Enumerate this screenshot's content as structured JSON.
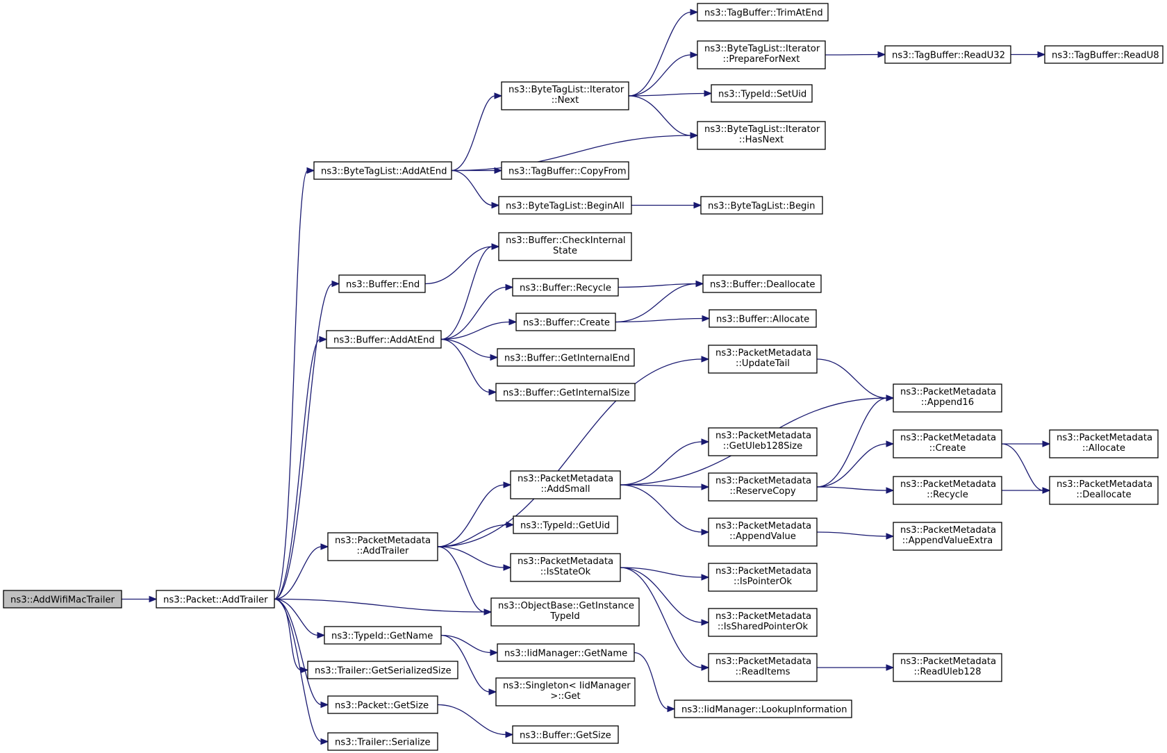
{
  "colors": {
    "edge": "#191970",
    "root_fill": "#bfbfbf",
    "node_fill": "#ffffff",
    "node_border": "#000000"
  },
  "nodes": [
    {
      "id": "awmt",
      "lines": [
        "ns3::AddWifiMacTrailer"
      ],
      "root": true
    },
    {
      "id": "pat",
      "lines": [
        "ns3::Packet::AddTrailer"
      ]
    },
    {
      "id": "btlae",
      "lines": [
        "ns3::ByteTagList::AddAtEnd"
      ]
    },
    {
      "id": "bend",
      "lines": [
        "ns3::Buffer::End"
      ]
    },
    {
      "id": "bae",
      "lines": [
        "ns3::Buffer::AddAtEnd"
      ]
    },
    {
      "id": "pmat",
      "lines": [
        "ns3::PacketMetadata",
        "::AddTrailer"
      ]
    },
    {
      "id": "tgn",
      "lines": [
        "ns3::TypeId::GetName"
      ]
    },
    {
      "id": "tgss",
      "lines": [
        "ns3::Trailer::GetSerializedSize"
      ]
    },
    {
      "id": "pgs",
      "lines": [
        "ns3::Packet::GetSize"
      ]
    },
    {
      "id": "tser",
      "lines": [
        "ns3::Trailer::Serialize"
      ]
    },
    {
      "id": "btlin",
      "lines": [
        "ns3::ByteTagList::Iterator",
        "::Next"
      ]
    },
    {
      "id": "tbcf",
      "lines": [
        "ns3::TagBuffer::CopyFrom"
      ]
    },
    {
      "id": "btlba",
      "lines": [
        "ns3::ByteTagList::BeginAll"
      ]
    },
    {
      "id": "bci",
      "lines": [
        "ns3::Buffer::CheckInternal",
        "State"
      ]
    },
    {
      "id": "brec",
      "lines": [
        "ns3::Buffer::Recycle"
      ]
    },
    {
      "id": "bcre",
      "lines": [
        "ns3::Buffer::Create"
      ]
    },
    {
      "id": "bgie",
      "lines": [
        "ns3::Buffer::GetInternalEnd"
      ]
    },
    {
      "id": "bgis",
      "lines": [
        "ns3::Buffer::GetInternalSize"
      ]
    },
    {
      "id": "pmas",
      "lines": [
        "ns3::PacketMetadata",
        "::AddSmall"
      ]
    },
    {
      "id": "tgu",
      "lines": [
        "ns3::TypeId::GetUid"
      ]
    },
    {
      "id": "pmiso",
      "lines": [
        "ns3::PacketMetadata",
        "::IsStateOk"
      ]
    },
    {
      "id": "obgit",
      "lines": [
        "ns3::ObjectBase::GetInstance",
        "TypeId"
      ]
    },
    {
      "id": "imgn",
      "lines": [
        "ns3::IidManager::GetName"
      ]
    },
    {
      "id": "sig",
      "lines": [
        "ns3::Singleton< IidManager",
        ">::Get"
      ]
    },
    {
      "id": "bgs",
      "lines": [
        "ns3::Buffer::GetSize"
      ]
    },
    {
      "id": "tbtae",
      "lines": [
        "ns3::TagBuffer::TrimAtEnd"
      ]
    },
    {
      "id": "btlipfn",
      "lines": [
        "ns3::ByteTagList::Iterator",
        "::PrepareForNext"
      ]
    },
    {
      "id": "tsu",
      "lines": [
        "ns3::TypeId::SetUid"
      ]
    },
    {
      "id": "btlihn",
      "lines": [
        "ns3::ByteTagList::Iterator",
        "::HasNext"
      ]
    },
    {
      "id": "btlb",
      "lines": [
        "ns3::ByteTagList::Begin"
      ]
    },
    {
      "id": "bdea",
      "lines": [
        "ns3::Buffer::Deallocate"
      ]
    },
    {
      "id": "ball",
      "lines": [
        "ns3::Buffer::Allocate"
      ]
    },
    {
      "id": "pmut",
      "lines": [
        "ns3::PacketMetadata",
        "::UpdateTail"
      ]
    },
    {
      "id": "pmgu",
      "lines": [
        "ns3::PacketMetadata",
        "::GetUleb128Size"
      ]
    },
    {
      "id": "pmrc",
      "lines": [
        "ns3::PacketMetadata",
        "::ReserveCopy"
      ]
    },
    {
      "id": "pmav",
      "lines": [
        "ns3::PacketMetadata",
        "::AppendValue"
      ]
    },
    {
      "id": "pmipo",
      "lines": [
        "ns3::PacketMetadata",
        "::IsPointerOk"
      ]
    },
    {
      "id": "pmispo",
      "lines": [
        "ns3::PacketMetadata",
        "::IsSharedPointerOk"
      ]
    },
    {
      "id": "pmri",
      "lines": [
        "ns3::PacketMetadata",
        "::ReadItems"
      ]
    },
    {
      "id": "imli",
      "lines": [
        "ns3::IidManager::LookupInformation"
      ]
    },
    {
      "id": "tbru32",
      "lines": [
        "ns3::TagBuffer::ReadU32"
      ]
    },
    {
      "id": "tbru8",
      "lines": [
        "ns3::TagBuffer::ReadU8"
      ]
    },
    {
      "id": "pma16",
      "lines": [
        "ns3::PacketMetadata",
        "::Append16"
      ]
    },
    {
      "id": "pmcr",
      "lines": [
        "ns3::PacketMetadata",
        "::Create"
      ]
    },
    {
      "id": "pmrecy",
      "lines": [
        "ns3::PacketMetadata",
        "::Recycle"
      ]
    },
    {
      "id": "pmave",
      "lines": [
        "ns3::PacketMetadata",
        "::AppendValueExtra"
      ]
    },
    {
      "id": "pmru",
      "lines": [
        "ns3::PacketMetadata",
        "::ReadUleb128"
      ]
    },
    {
      "id": "pmall",
      "lines": [
        "ns3::PacketMetadata",
        "::Allocate"
      ]
    },
    {
      "id": "pmdea",
      "lines": [
        "ns3::PacketMetadata",
        "::Deallocate"
      ]
    }
  ],
  "edges": [
    [
      "awmt",
      "pat"
    ],
    [
      "pat",
      "btlae"
    ],
    [
      "pat",
      "bend"
    ],
    [
      "pat",
      "bae"
    ],
    [
      "pat",
      "pmat"
    ],
    [
      "pat",
      "obgit"
    ],
    [
      "pat",
      "tgn"
    ],
    [
      "pat",
      "tgss"
    ],
    [
      "pat",
      "pgs"
    ],
    [
      "pat",
      "tser"
    ],
    [
      "btlae",
      "btlin"
    ],
    [
      "btlae",
      "btlihn"
    ],
    [
      "btlae",
      "tbcf"
    ],
    [
      "btlae",
      "btlba"
    ],
    [
      "btlin",
      "tbtae"
    ],
    [
      "btlin",
      "btlipfn"
    ],
    [
      "btlin",
      "tsu"
    ],
    [
      "btlin",
      "btlihn"
    ],
    [
      "btlipfn",
      "tbru32"
    ],
    [
      "tbru32",
      "tbru8"
    ],
    [
      "btlba",
      "btlb"
    ],
    [
      "bend",
      "bci"
    ],
    [
      "bae",
      "bci"
    ],
    [
      "bae",
      "brec"
    ],
    [
      "bae",
      "bcre"
    ],
    [
      "bae",
      "bgie"
    ],
    [
      "bae",
      "bgis"
    ],
    [
      "brec",
      "bdea"
    ],
    [
      "bcre",
      "bdea"
    ],
    [
      "bcre",
      "ball"
    ],
    [
      "pmat",
      "pmut"
    ],
    [
      "pmat",
      "pmas"
    ],
    [
      "pmat",
      "tgu"
    ],
    [
      "pmat",
      "pmiso"
    ],
    [
      "pmat",
      "obgit"
    ],
    [
      "pmut",
      "pma16"
    ],
    [
      "pmas",
      "pma16"
    ],
    [
      "pmas",
      "pmgu"
    ],
    [
      "pmas",
      "pmrc"
    ],
    [
      "pmas",
      "pmav"
    ],
    [
      "pmrc",
      "pma16"
    ],
    [
      "pmrc",
      "pmcr"
    ],
    [
      "pmrc",
      "pmrecy"
    ],
    [
      "pmcr",
      "pmall"
    ],
    [
      "pmcr",
      "pmdea"
    ],
    [
      "pmrecy",
      "pmdea"
    ],
    [
      "pmav",
      "pmave"
    ],
    [
      "pmiso",
      "pmipo"
    ],
    [
      "pmiso",
      "pmispo"
    ],
    [
      "pmiso",
      "pmri"
    ],
    [
      "pmri",
      "pmru"
    ],
    [
      "tgn",
      "imgn"
    ],
    [
      "tgn",
      "sig"
    ],
    [
      "imgn",
      "imli"
    ],
    [
      "pgs",
      "bgs"
    ]
  ]
}
